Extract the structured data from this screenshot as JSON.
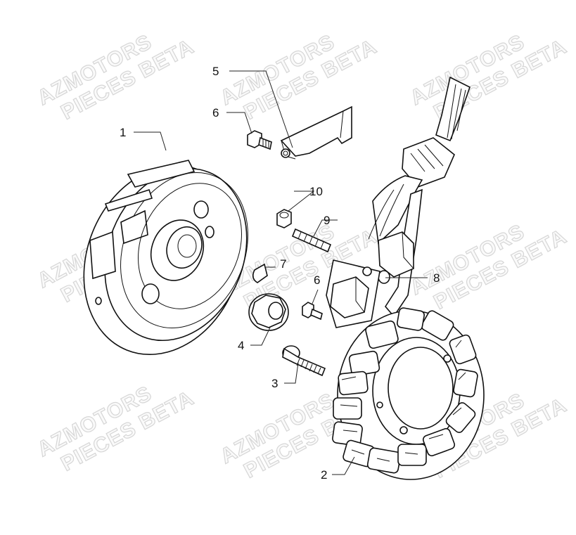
{
  "callouts": [
    {
      "id": "1",
      "label": "1"
    },
    {
      "id": "2",
      "label": "2"
    },
    {
      "id": "3",
      "label": "3"
    },
    {
      "id": "4",
      "label": "4"
    },
    {
      "id": "5",
      "label": "5"
    },
    {
      "id": "6a",
      "label": "6"
    },
    {
      "id": "6b",
      "label": "6"
    },
    {
      "id": "7",
      "label": "7"
    },
    {
      "id": "8",
      "label": "8"
    },
    {
      "id": "9",
      "label": "9"
    },
    {
      "id": "10",
      "label": "10"
    }
  ],
  "watermark": {
    "line1": "AZMOTORS",
    "line2": "PIECES BETA"
  }
}
